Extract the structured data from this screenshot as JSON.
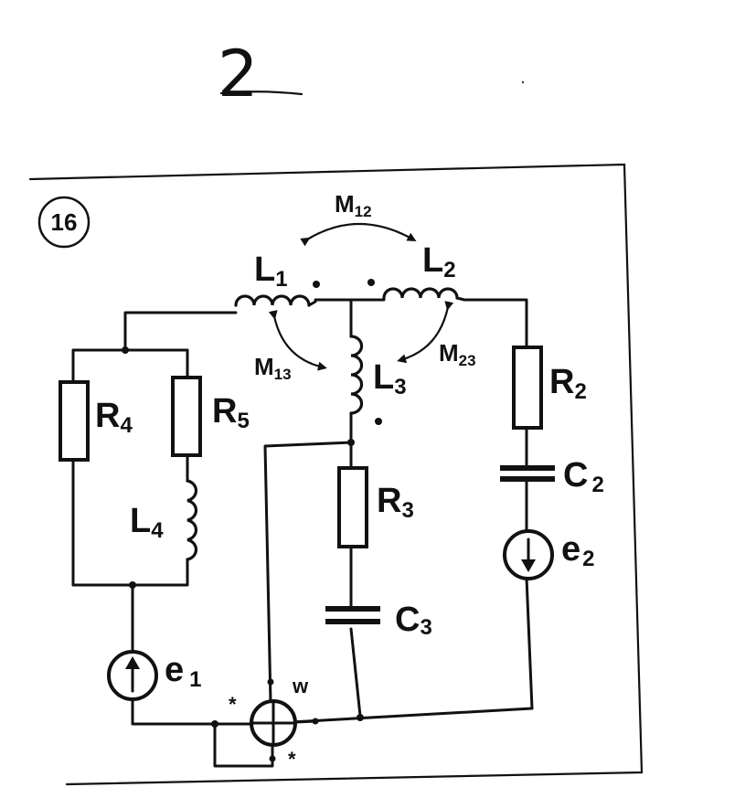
{
  "page": {
    "handwritten_number": "2"
  },
  "figure": {
    "number_badge": "16"
  },
  "labels": {
    "L1": {
      "main": "L",
      "sub": "1"
    },
    "L2": {
      "main": "L",
      "sub": "2"
    },
    "L3": {
      "main": "L",
      "sub": "3"
    },
    "L4": {
      "main": "L",
      "sub": "4"
    },
    "R2": {
      "main": "R",
      "sub": "2"
    },
    "R3": {
      "main": "R",
      "sub": "3"
    },
    "R4": {
      "main": "R",
      "sub": "4"
    },
    "R5": {
      "main": "R",
      "sub": "5"
    },
    "C2": {
      "main": "C",
      "sub": "2"
    },
    "C3": {
      "main": "C",
      "sub": "3"
    },
    "e1": {
      "main": "e",
      "sub": "1"
    },
    "e2": {
      "main": "e",
      "sub": "2"
    },
    "M12": {
      "main": "M",
      "sub": "12"
    },
    "M13": {
      "main": "M",
      "sub": "13"
    },
    "M23": {
      "main": "M",
      "sub": "23"
    },
    "wattmeter": "w",
    "star_1": "*",
    "star_2": "*"
  }
}
